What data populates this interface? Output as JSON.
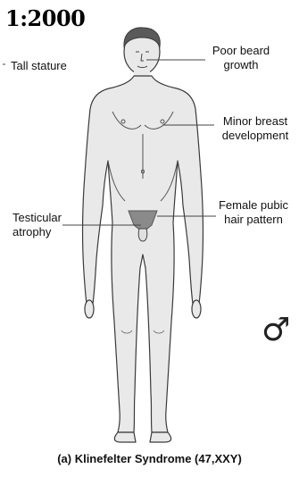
{
  "ratio": "1:2000",
  "labels": {
    "tall_stature": "Tall stature",
    "poor_beard_1": "Poor beard",
    "poor_beard_2": "growth",
    "minor_breast_1": "Minor breast",
    "minor_breast_2": "development",
    "female_pubic_1": "Female pubic",
    "female_pubic_2": "hair pattern",
    "testicular_1": "Testicular",
    "testicular_2": "atrophy"
  },
  "caption": "(a) Klinefelter Syndrome (47,XXY)",
  "symbol": "♂",
  "colors": {
    "skin": "#e9e9e9",
    "outline": "#3a3a3a",
    "hair": "#5a5a5a",
    "pubic": "#8a8a8a",
    "line": "#444444"
  }
}
